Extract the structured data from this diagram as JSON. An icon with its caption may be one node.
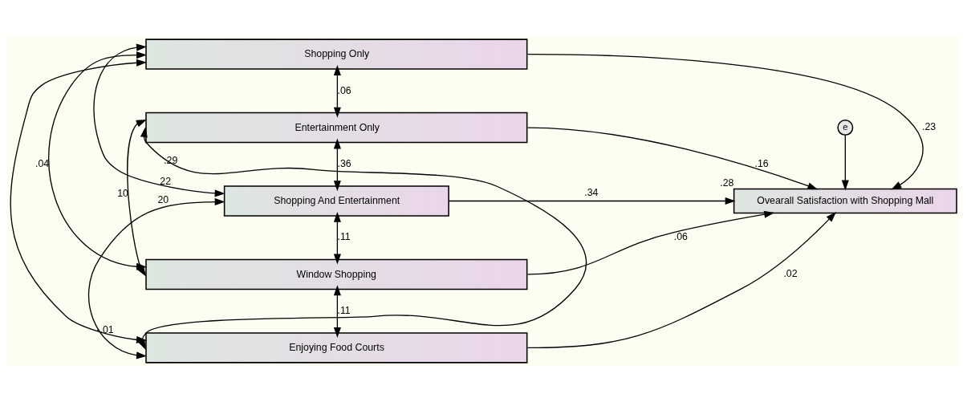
{
  "diagram": {
    "nodes": [
      {
        "text": [
          "Shopping Only"
        ]
      },
      {
        "text": [
          "Entertainment Only"
        ]
      },
      {
        "text": [
          "Shopping And Entertainment"
        ]
      },
      {
        "text": [
          "Window Shopping"
        ]
      },
      {
        "text": [
          "Enjoying Food Courts"
        ]
      },
      {
        "text": [
          "Ovearall Satisfaction with Shopping Mall"
        ],
        "beside": [
          ".28"
        ]
      },
      {
        "text": [
          "e"
        ]
      }
    ],
    "edges": [
      {
        "from": 0,
        "to": 5,
        "arrow": "to",
        "label": ".23"
      },
      {
        "from": 1,
        "to": 5,
        "arrow": "to",
        "label": ".16"
      },
      {
        "from": 2,
        "to": 5,
        "arrow": "to",
        "label": ".34"
      },
      {
        "from": 3,
        "to": 5,
        "arrow": "to",
        "label": ".06"
      },
      {
        "from": 4,
        "to": 5,
        "arrow": "to",
        "label": ".02"
      },
      {
        "from": 6,
        "to": 5,
        "arrow": "to"
      },
      {
        "from": 0,
        "to": 1,
        "arrow": "both",
        "label": ".06"
      },
      {
        "from": 1,
        "to": 2,
        "arrow": "both",
        "label": ".36"
      },
      {
        "from": 2,
        "to": 3,
        "arrow": "both",
        "label": ".11"
      },
      {
        "from": 3,
        "to": 4,
        "arrow": "both",
        "label": ".11"
      },
      {
        "from": 0,
        "to": 2,
        "arrow": "both",
        "label": "22"
      },
      {
        "from": 0,
        "to": 3,
        "arrow": "both",
        "label": ".04"
      },
      {
        "from": 0,
        "to": 4,
        "arrow": "both",
        "label": "-.01"
      },
      {
        "from": 1,
        "to": 3,
        "arrow": "both",
        "label": "10"
      },
      {
        "from": 1,
        "to": 4,
        "arrow": "both",
        "label": ".29"
      },
      {
        "from": 2,
        "to": 4,
        "arrow": "both",
        "label": "20"
      }
    ]
  }
}
